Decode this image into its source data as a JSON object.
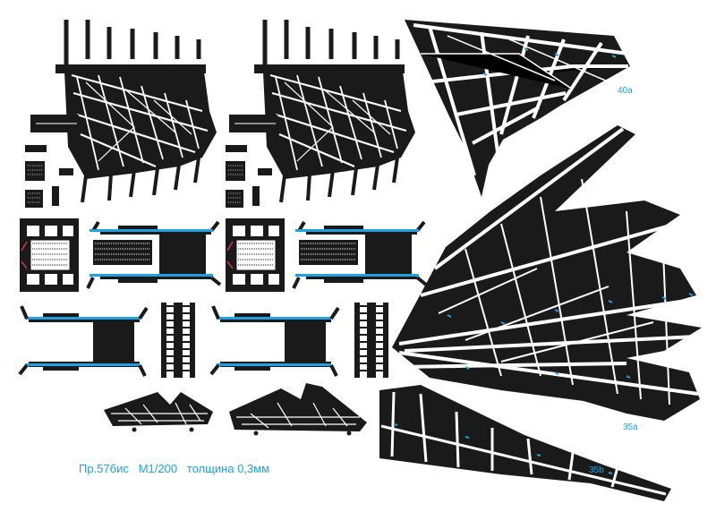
{
  "caption": "Пр.57бис   М1/200   толщина 0,3мм",
  "part_labels": {
    "p40a": "40а",
    "p35a": "35а",
    "p35b": "35b"
  },
  "colors": {
    "ink": "#1a1a1a",
    "paper": "#ffffff",
    "accent": "#1da1e0",
    "seam": "#d23a3a"
  }
}
